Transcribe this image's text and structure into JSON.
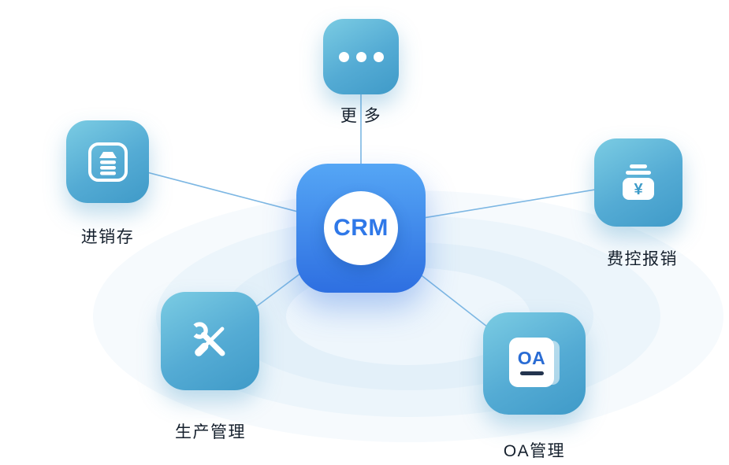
{
  "center": {
    "label": "CRM"
  },
  "nodes": [
    {
      "id": "more",
      "label": "更 多",
      "icon": "ellipsis-icon"
    },
    {
      "id": "inventory",
      "label": "进销存",
      "icon": "warehouse-icon"
    },
    {
      "id": "expense",
      "label": "费控报销",
      "icon": "money-yen-icon",
      "currency_symbol": "¥"
    },
    {
      "id": "production",
      "label": "生产管理",
      "icon": "tools-icon"
    },
    {
      "id": "oa",
      "label": "OA管理",
      "icon": "oa-book-icon",
      "icon_text": "OA"
    }
  ],
  "colors": {
    "center_gradient_top": "#55a6f5",
    "center_gradient_bottom": "#2e6fe1",
    "satellite_gradient_top": "#7bcce3",
    "satellite_gradient_bottom": "#3f9ac8",
    "connector_line": "#7db7e3",
    "label_text": "#15202d",
    "crm_text": "#2f78e8",
    "ripple_fill": "#e3f0f9"
  }
}
